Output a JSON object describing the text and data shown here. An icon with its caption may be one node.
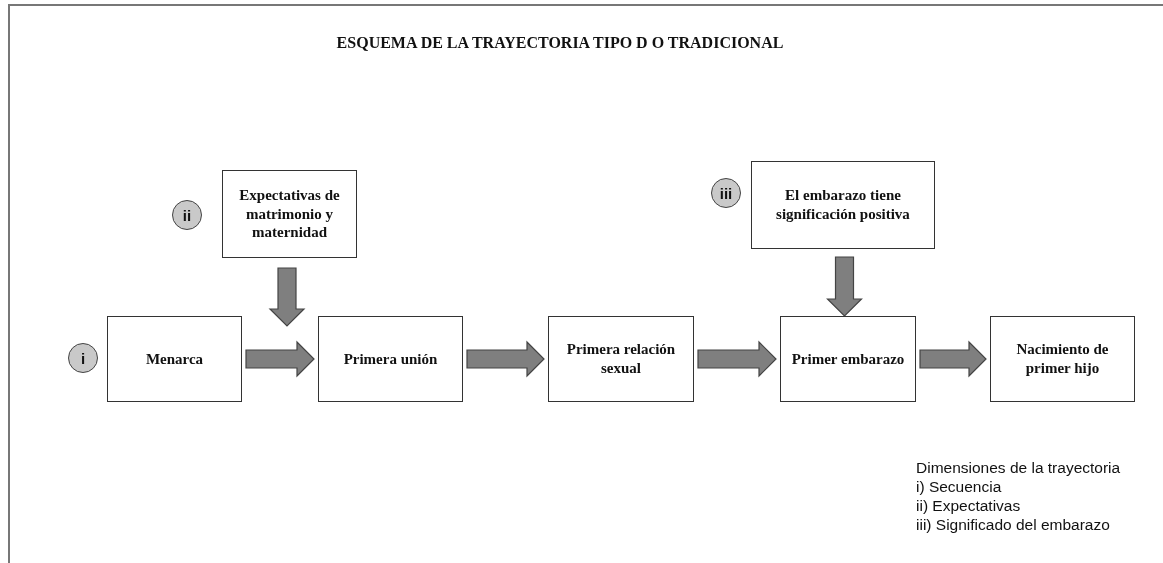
{
  "diagram": {
    "title": "ESQUEMA DE LA TRAYECTORIA TIPO D O TRADICIONAL",
    "nodes": [
      {
        "text": [
          "ii"
        ]
      },
      {
        "text": [
          "Expectativas de matrimonio y maternidad"
        ]
      },
      {
        "text": [
          "iii"
        ]
      },
      {
        "text": [
          "El embarazo tiene significación positiva"
        ]
      },
      {
        "text": [
          "i"
        ]
      },
      {
        "text": [
          "Menarca"
        ]
      },
      {
        "text": [
          "Primera unión"
        ]
      },
      {
        "text": [
          "Primera relación sexual"
        ]
      },
      {
        "text": [
          "Primer embarazo"
        ]
      },
      {
        "text": [
          "Nacimiento de primer hijo"
        ]
      }
    ],
    "edges": [
      {
        "from": 1,
        "to": null,
        "arrow": "to"
      },
      {
        "from": 3,
        "to": 8,
        "arrow": "to"
      },
      {
        "from": 5,
        "to": 6,
        "arrow": "to"
      },
      {
        "from": 6,
        "to": 7,
        "arrow": "to"
      },
      {
        "from": 7,
        "to": 8,
        "arrow": "to"
      },
      {
        "from": 8,
        "to": 9,
        "arrow": "to"
      }
    ],
    "labels": [
      "Dimensiones de la trayectoria",
      "i) Secuencia",
      "ii) Expectativas",
      "iii) Significado del embarazo"
    ]
  }
}
